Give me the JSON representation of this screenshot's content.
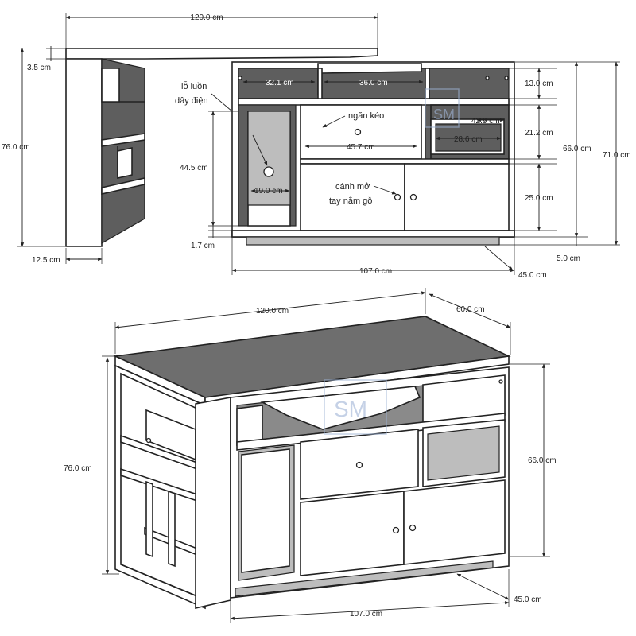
{
  "front_view": {
    "dims": {
      "width_top": "120.0 cm",
      "top_thickness": "3.5 cm",
      "height_total_left": "76.0 cm",
      "side_depth": "12.5 cm",
      "inner_height": "44.5 cm",
      "plinth": "1.7 cm",
      "shelf_left_w": "32.1 cm",
      "shelf_mid_w": "36.0 cm",
      "open_shelf_w": "19.0 cm",
      "drawer_w": "45.7 cm",
      "cubby_w": "42.9 cm",
      "cubby_inner_w": "28.6 cm",
      "row1_h": "13.0 cm",
      "row2_h": "21.2 cm",
      "row3_h": "25.0 cm",
      "cabinet_h": "66.0 cm",
      "overall_h": "71.0 cm",
      "base_h": "5.0 cm",
      "cabinet_w": "107.0 cm",
      "depth": "45.0 cm"
    },
    "labels": {
      "cable_hole_1": "lỗ luồn",
      "cable_hole_2": "dây điện",
      "drawer": "ngăn kéo",
      "door_1": "cánh mở",
      "door_2": "tay nắm gỗ"
    }
  },
  "iso_view": {
    "dims": {
      "width": "120.0 cm",
      "depth_top": "60.0 cm",
      "height_left": "76.0 cm",
      "height_right": "66.0 cm",
      "depth_bottom": "45.0 cm",
      "width_bottom": "107.0 cm"
    }
  },
  "watermark": "SM"
}
